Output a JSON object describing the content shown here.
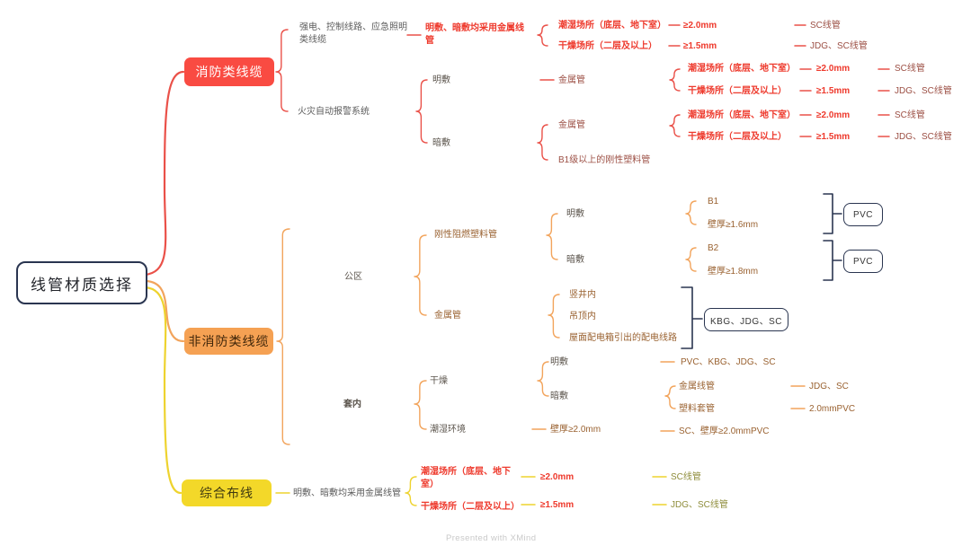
{
  "root": {
    "title": "线管材质选择"
  },
  "fire": {
    "label": "消防类线缆",
    "powerline": {
      "label": "强电、控制线路、应急照明类线缆",
      "rule": "明敷、暗敷均采用金属线管",
      "wet": {
        "place": "潮湿场所（底层、地下室）",
        "thickness": "≥2.0mm",
        "pipe": "SC线管"
      },
      "dry": {
        "place": "干燥场所（二层及以上）",
        "thickness": "≥1.5mm",
        "pipe": "JDG、SC线管"
      }
    },
    "alarm": {
      "label": "火灾自动报警系统",
      "exposed": {
        "label": "明敷",
        "metal": {
          "label": "金属管",
          "wet": {
            "place": "潮湿场所（底层、地下室）",
            "thickness": "≥2.0mm",
            "pipe": "SC线管"
          },
          "dry": {
            "place": "干燥场所（二层及以上）",
            "thickness": "≥1.5mm",
            "pipe": "JDG、SC线管"
          }
        }
      },
      "concealed": {
        "label": "暗敷",
        "metal": {
          "label": "金属管",
          "wet": {
            "place": "潮湿场所（底层、地下室）",
            "thickness": "≥2.0mm",
            "pipe": "SC线管"
          },
          "dry": {
            "place": "干燥场所（二层及以上）",
            "thickness": "≥1.5mm",
            "pipe": "JDG、SC线管"
          }
        },
        "plastic": {
          "label": "B1级以上的刚性塑料管"
        }
      }
    }
  },
  "nonfire": {
    "label": "非消防类线缆",
    "public": {
      "label": "公区",
      "rigid": {
        "label": "刚性阻燃塑料管",
        "exposed": {
          "label": "明敷",
          "grade": "B1",
          "thickness": "壁厚≥1.6mm",
          "result": "PVC"
        },
        "concealed": {
          "label": "暗敷",
          "grade": "B2",
          "thickness": "壁厚≥1.8mm",
          "result": "PVC"
        }
      },
      "metal": {
        "label": "金属管",
        "shaft": "竖井内",
        "ceiling": "吊顶内",
        "roof": "屋面配电箱引出的配电线路",
        "result": "KBG、JDG、SC"
      }
    },
    "indoor": {
      "label": "套内",
      "dry": {
        "label": "干燥",
        "exposed": {
          "label": "明敷",
          "result": "PVC、KBG、JDG、SC"
        },
        "concealed": {
          "label": "暗敷",
          "metal": {
            "label": "金属线管",
            "result": "JDG、SC"
          },
          "plastic": {
            "label": "塑料套管",
            "result": "2.0mmPVC"
          }
        }
      },
      "wet": {
        "label": "潮湿环境",
        "thickness": "壁厚≥2.0mm",
        "result": "SC、壁厚≥2.0mmPVC"
      }
    }
  },
  "cabling": {
    "label": "综合布线",
    "rule": "明敷、暗敷均采用金属线管",
    "wet": {
      "place": "潮湿场所（底层、地下室）",
      "thickness": "≥2.0mm",
      "pipe": "SC线管"
    },
    "dry": {
      "place": "干燥场所（二层及以上）",
      "thickness": "≥1.5mm",
      "pipe": "JDG、SC线管"
    }
  },
  "footer": "Presented with XMind",
  "colors": {
    "branch_red": "#ea5149",
    "branch_orange": "#f2a45c",
    "branch_yellow": "#eed32f",
    "navy": "#2a3550",
    "node_red_bg": "#f94b42",
    "node_orange_bg": "#f5a153",
    "node_yellow_bg": "#f3d829",
    "accent_red_text": "#ee392c"
  }
}
